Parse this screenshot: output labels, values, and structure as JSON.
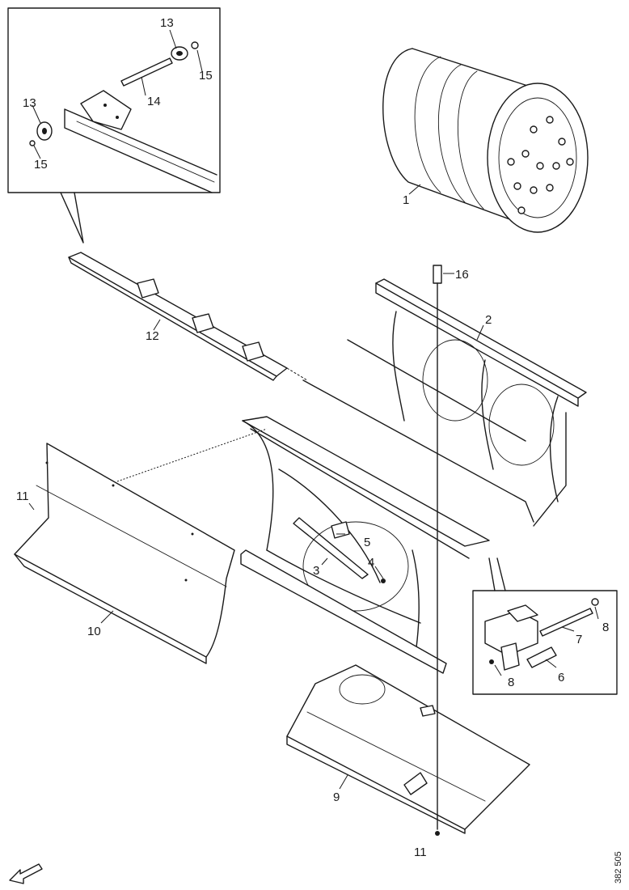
{
  "callouts": {
    "c1": "1",
    "c2": "2",
    "c3": "3",
    "c4": "4",
    "c5": "5",
    "c6": "6",
    "c7": "7",
    "c8a": "8",
    "c8b": "8",
    "c9": "9",
    "c10": "10",
    "c11a": "11",
    "c11b": "11",
    "c12": "12",
    "c13a": "13",
    "c13b": "13",
    "c14": "14",
    "c15a": "15",
    "c15b": "15",
    "c16": "16"
  },
  "document_id": "382 505"
}
